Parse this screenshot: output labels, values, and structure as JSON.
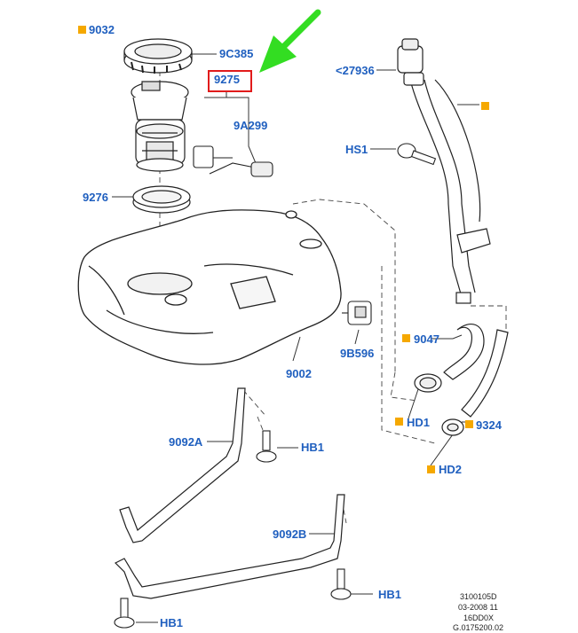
{
  "labels": {
    "l9032": "9032",
    "l9c385": "9C385",
    "l9275": "9275",
    "l27936": "<27936",
    "l9a299": "9A299",
    "lhs1": "HS1",
    "l9276": "9276",
    "l9047": "9047",
    "l9002": "9002",
    "l9b596": "9B596",
    "lhd1": "HD1",
    "l9324": "9324",
    "l9092a": "9092A",
    "lhb1a": "HB1",
    "lhd2": "HD2",
    "l9092b": "9092B",
    "lhb1b": "HB1",
    "lhb1c": "HB1"
  },
  "footer": {
    "line1": "3100105D",
    "line2": "03-2008 11",
    "line3": "16DD0X",
    "line4": "G.0175200.02"
  },
  "colors": {
    "label_blue": "#1f5fbf",
    "marker_orange": "#f5a800",
    "highlight_red": "#e11b1b",
    "arrow_green": "#33dd22"
  }
}
